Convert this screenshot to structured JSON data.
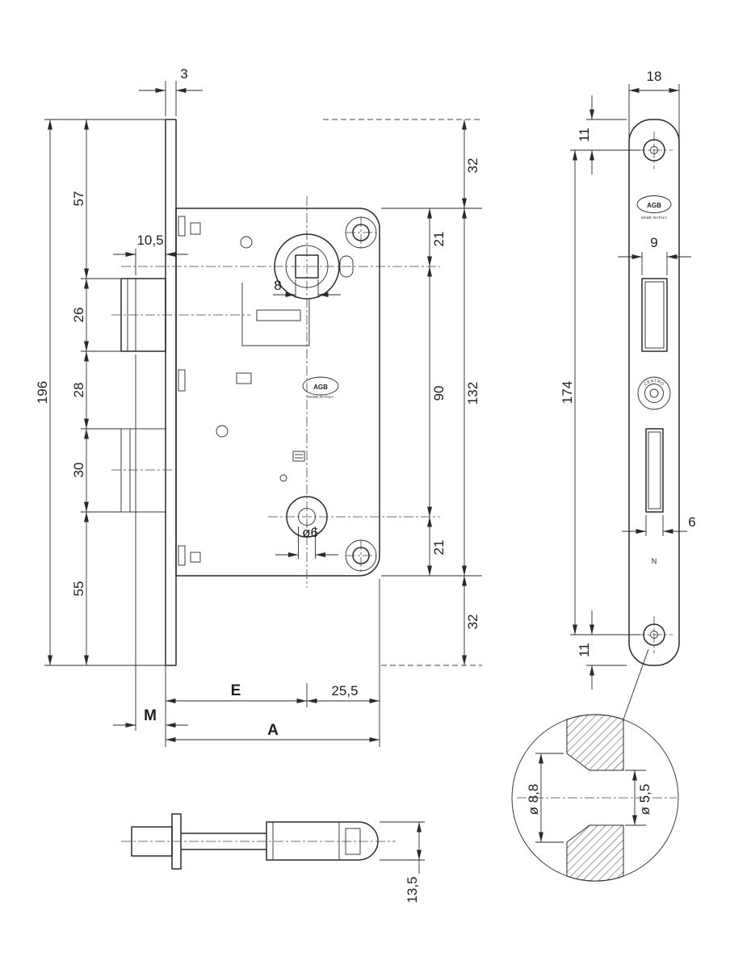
{
  "main_view": {
    "dims": {
      "plate_thickness": "3",
      "total_height": "196",
      "top_section": "57",
      "latch_height": "26",
      "mid_section": "28",
      "bolt_height": "30",
      "bottom_section": "55",
      "latch_protrusion": "10,5",
      "spindle_square": "8",
      "top_margin": "32",
      "case_top_to_spindle": "21",
      "spindle_to_follower": "90",
      "case_height": "132",
      "follower_to_case_bottom": "21",
      "bottom_margin": "32",
      "follower_hole": "ø6",
      "backset_label": "E",
      "front_overhang": "25,5",
      "m_label": "M",
      "a_label": "A"
    },
    "logo": {
      "brand": "AGB",
      "origin": "MADE IN ITALY"
    }
  },
  "faceplate_view": {
    "dims": {
      "width": "18",
      "top_screw_offset": "11",
      "latch_window_width": "9",
      "screw_centers": "174",
      "bolt_window_width": "6",
      "bottom_screw_offset": "11"
    },
    "logo": {
      "brand": "AGB",
      "origin": "MADE IN ITALY"
    },
    "rosette_text": "CENTRO",
    "n_mark": "N"
  },
  "spindle_view": {
    "dims": {
      "body_height": "13,5"
    }
  },
  "detail_view": {
    "dims": {
      "countersink_dia": "ø 8,8",
      "hole_dia": "ø 5,5"
    }
  }
}
